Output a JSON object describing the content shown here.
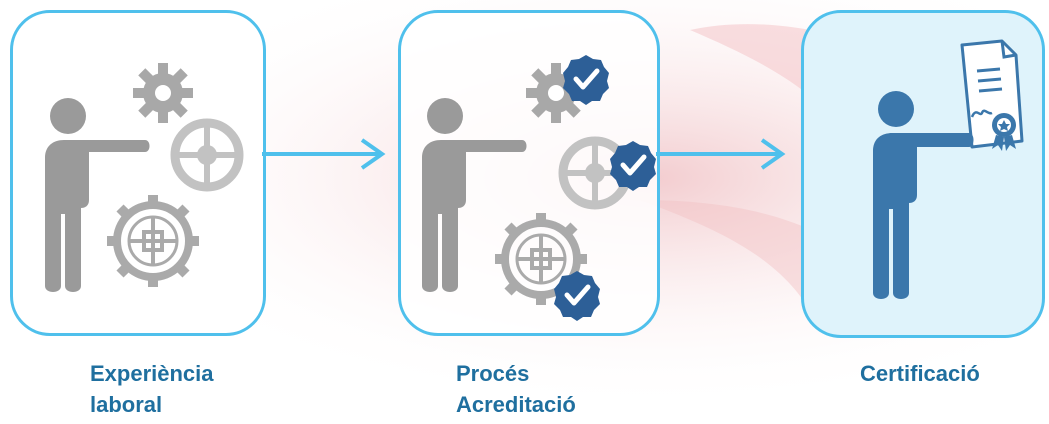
{
  "colors": {
    "accent": "#4fc0ec",
    "label_text": "#1f6f9f",
    "person_gray": "#9a9a9a",
    "person_blue": "#3b77ab",
    "check_badge": "#2d5f97"
  },
  "steps": [
    {
      "label_line1": "Experiència",
      "label_line2": "laboral",
      "icon": "person-with-gears-icon"
    },
    {
      "label_line1": "Procés",
      "label_line2": "Acreditació",
      "icon": "person-with-checked-gears-icon"
    },
    {
      "label_line1": "Certificació",
      "label_line2": "",
      "icon": "person-with-certificate-icon"
    }
  ]
}
